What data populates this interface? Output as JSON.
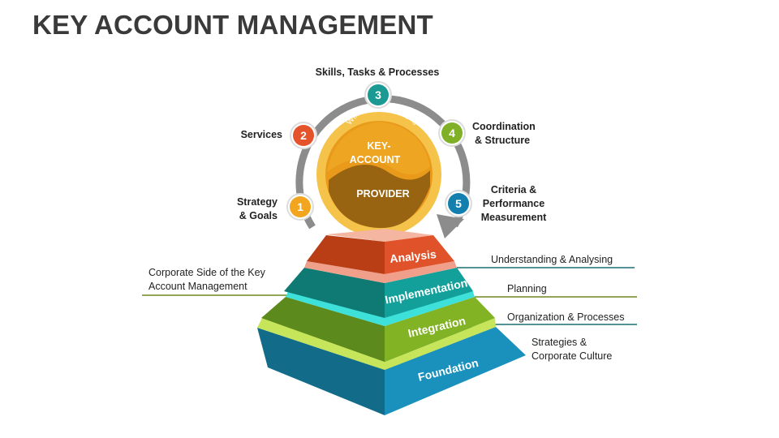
{
  "title": "KEY ACCOUNT MANAGEMENT",
  "core": {
    "arc_text": "Win-Win-Advantages",
    "line1": "KEY-",
    "line2": "ACCOUNT",
    "line3": "PROVIDER"
  },
  "steps": [
    {
      "number": "1",
      "lines": [
        "Strategy",
        "& Goals"
      ],
      "color": "#f2a51f"
    },
    {
      "number": "2",
      "lines": [
        "Services"
      ],
      "color": "#e4532a"
    },
    {
      "number": "3",
      "lines": [
        "Skills,  Tasks & Processes"
      ],
      "color": "#1b9a93"
    },
    {
      "number": "4",
      "lines": [
        "Coordination",
        "& Structure"
      ],
      "color": "#7fb025"
    },
    {
      "number": "5",
      "lines": [
        "Criteria &",
        "Performance",
        "Measurement"
      ],
      "color": "#137fae"
    }
  ],
  "layers": [
    {
      "name": "Analysis",
      "note": [
        "Understanding & Analysing"
      ],
      "color": "#d84d21"
    },
    {
      "name": "Implementation",
      "note": [
        "Planning"
      ],
      "color": "#139a92"
    },
    {
      "name": "Integration",
      "note": [
        "Organization & Processes"
      ],
      "color": "#7daa22"
    },
    {
      "name": "Foundation",
      "note": [
        "Strategies &",
        "Corporate Culture"
      ],
      "color": "#1689b2"
    }
  ],
  "left_note": [
    "Corporate Side of the Key",
    "Account Management"
  ],
  "colors": {
    "title": "#3a3a3a",
    "arrow": "#8c8c8c",
    "core_outer": "#f5c24a",
    "core_inner": "#e99a1a",
    "core_dark": "#8a5a10"
  }
}
